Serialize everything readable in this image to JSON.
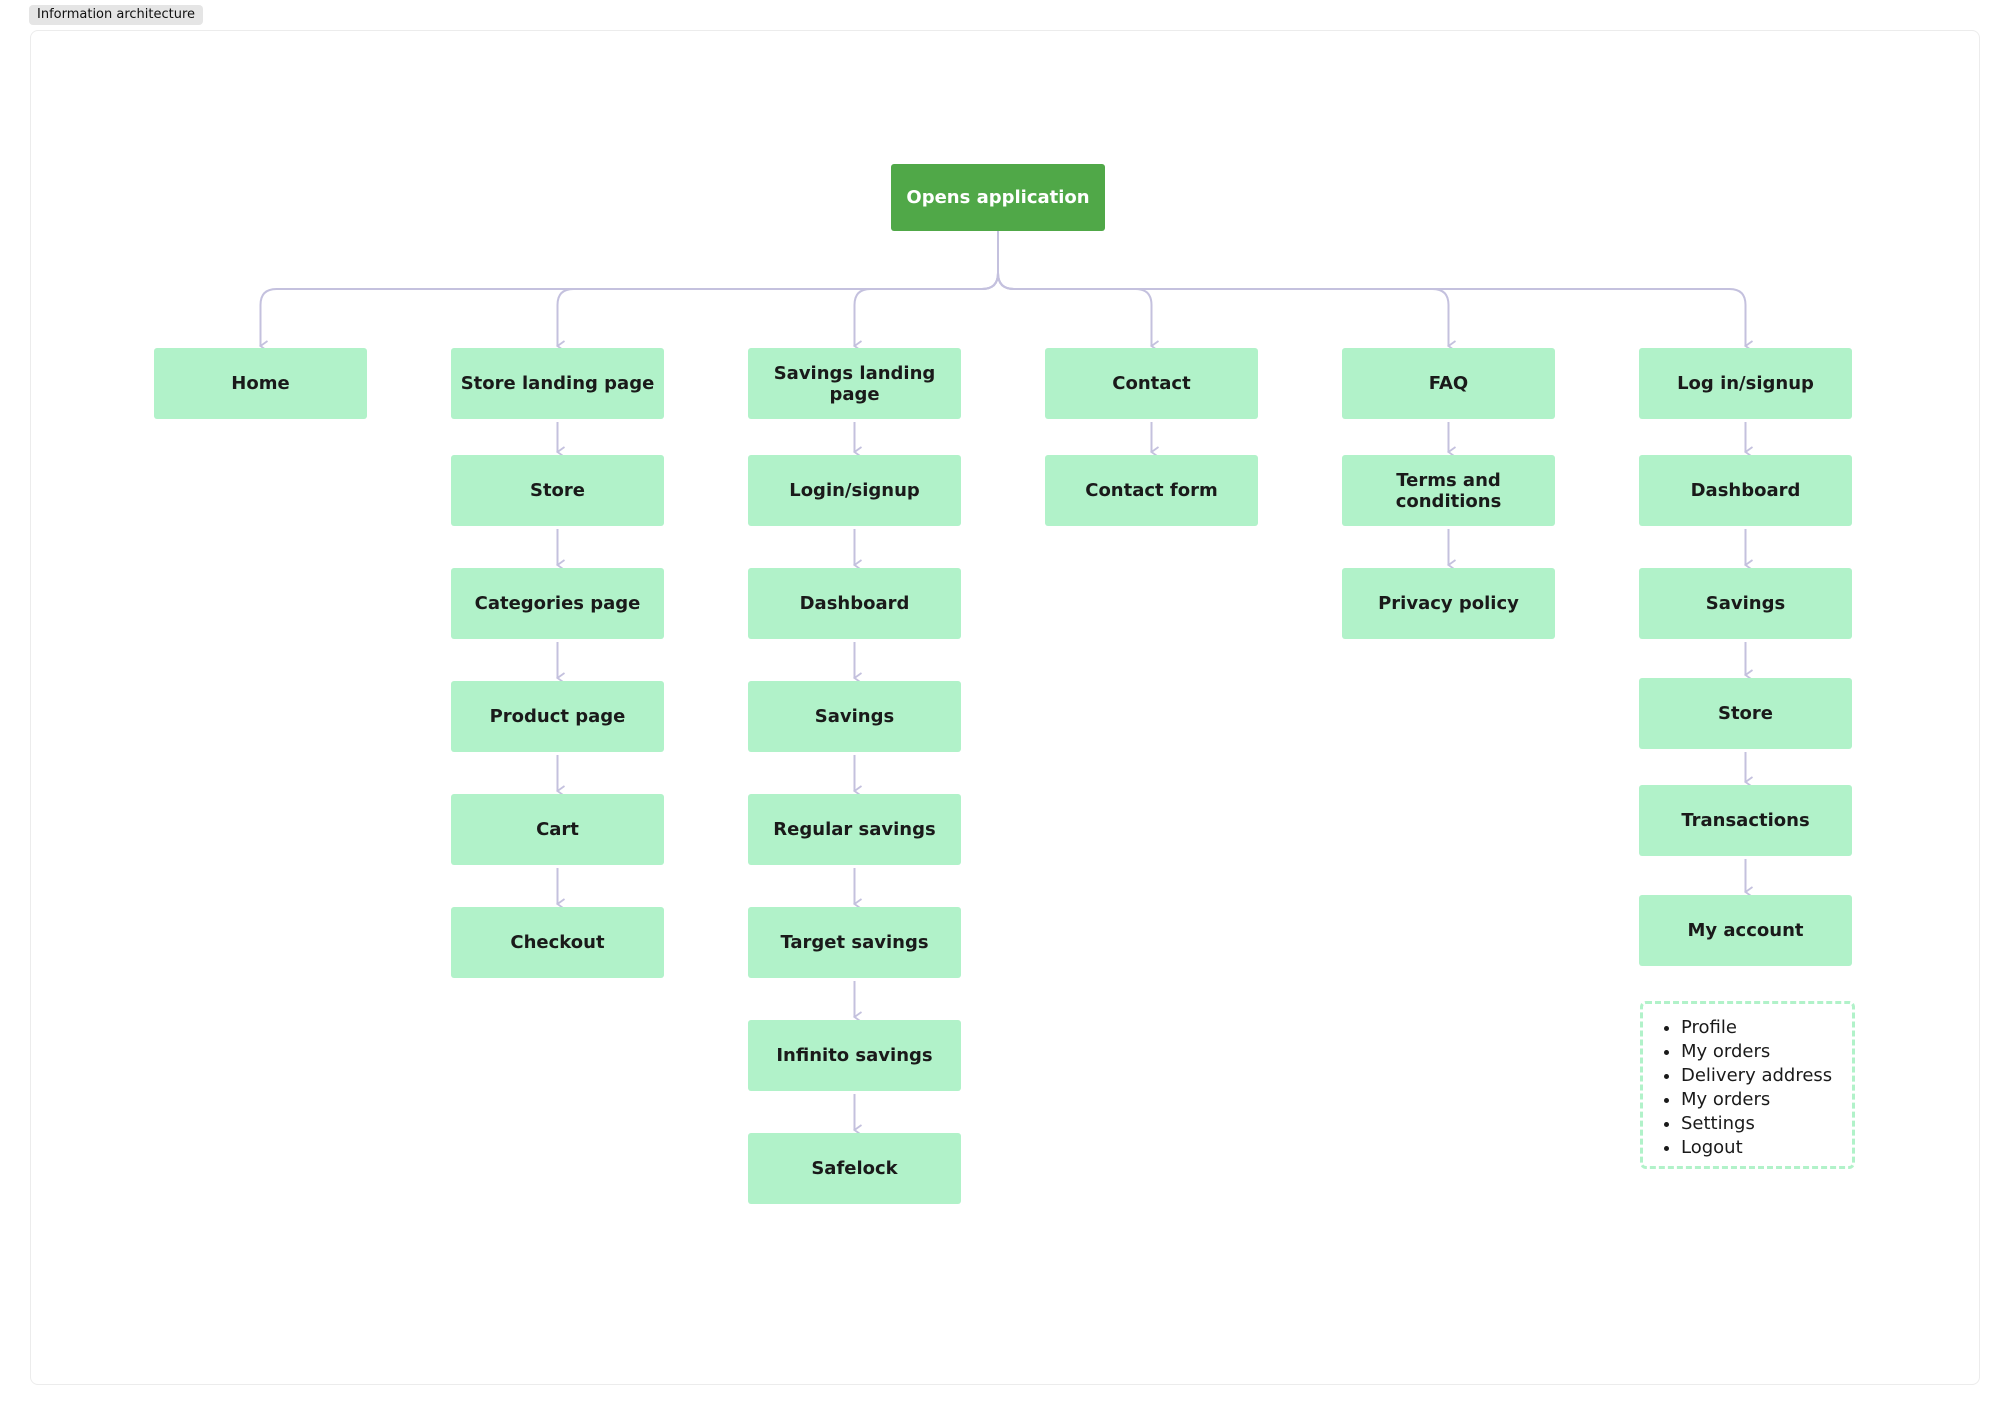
{
  "frame": {
    "label": "Information architecture"
  },
  "colors": {
    "root": "#50a848",
    "node": "#b1f2c9",
    "connector": "#c4c1de"
  },
  "root": "Opens application",
  "columns": [
    {
      "nodes": [
        "Home"
      ]
    },
    {
      "nodes": [
        "Store landing page",
        "Store",
        "Categories page",
        "Product page",
        "Cart",
        "Checkout"
      ]
    },
    {
      "nodes": [
        "Savings landing page",
        "Login/signup",
        "Dashboard",
        "Savings",
        "Regular savings",
        "Target savings",
        "Infinito savings",
        "Safelock"
      ]
    },
    {
      "nodes": [
        "Contact",
        "Contact form"
      ]
    },
    {
      "nodes": [
        "FAQ",
        "Terms and conditions",
        "Privacy policy"
      ]
    },
    {
      "nodes": [
        "Log in/signup",
        "Dashboard",
        "Savings",
        "Store",
        "Transactions",
        "My account"
      ]
    }
  ],
  "account_menu": [
    "Profile",
    "My orders",
    "Delivery address",
    "My orders",
    "Settings",
    "Logout"
  ]
}
